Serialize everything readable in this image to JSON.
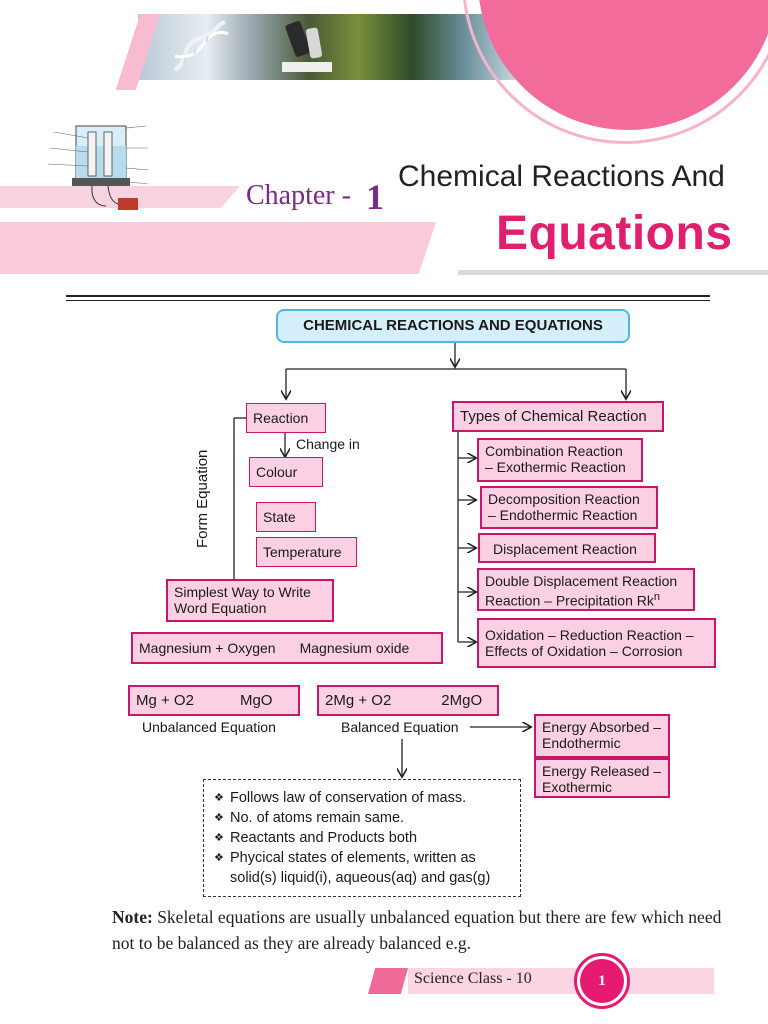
{
  "header": {
    "chapter_label": "Chapter -",
    "chapter_number": "1",
    "title_line1": "Chemical Reactions And",
    "title_line2": "Equations"
  },
  "diagram": {
    "main_title": "CHEMICAL REACTIONS AND EQUATIONS",
    "reaction": "Reaction",
    "change_in": "Change in",
    "colour": "Colour",
    "state": "State",
    "temperature": "Temperature",
    "form_equation": "Form Equation",
    "simplest_way_line1": "Simplest Way to Write",
    "simplest_way_line2": "Word Equation",
    "word_eq_left": "Magnesium + Oxygen",
    "word_eq_right": "Magnesium oxide",
    "types_title": "Types of Chemical Reaction",
    "types": [
      {
        "line1": "Combination Reaction",
        "line2": "– Exothermic Reaction"
      },
      {
        "line1": "Decomposition Reaction",
        "line2": "– Endothermic Reaction"
      },
      {
        "line1": "Displacement Reaction",
        "line2": ""
      },
      {
        "line1": "Double Displacement Reaction",
        "line2": "Reaction – Precipitation Rk",
        "sup": "n"
      },
      {
        "line1": "Oxidation – Reduction Reaction –",
        "line2": "Effects of Oxidation – Corrosion"
      }
    ],
    "unbalanced_left": "Mg + O2",
    "unbalanced_right": "MgO",
    "unbalanced_label": "Unbalanced Equation",
    "balanced_left": "2Mg + O2",
    "balanced_right": "2MgO",
    "balanced_label": "Balanced Equation",
    "energy_absorbed_1": "Energy Absorbed –",
    "energy_absorbed_2": "Endothermic",
    "energy_released_1": "Energy Released –",
    "energy_released_2": "Exothermic",
    "bullets": [
      "Follows law of conservation of mass.",
      "No. of atoms remain same.",
      "Reactants and Products both",
      "Phycical states of elements, written as"
    ],
    "bullet_continuation": "solid(s) liquid(i), aqueous(aq) and gas(g)"
  },
  "note": {
    "label": "Note:",
    "text": " Skeletal equations are usually unbalanced equation but there are few which need not to be balanced as they are already balanced e.g."
  },
  "footer": {
    "subject": "Science Class - 10",
    "page_number": "1"
  },
  "colors": {
    "magenta": "#e0206f",
    "box_fill": "#fbd0e3",
    "box_border": "#c8166d",
    "title_blue": "#4fb6e6",
    "chapter_purple": "#7b2a8c"
  }
}
